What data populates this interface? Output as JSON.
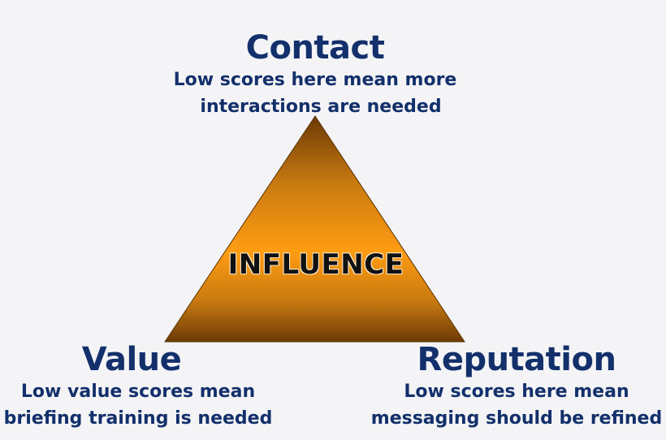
{
  "center_label": "INFLUENCE",
  "colors": {
    "background": "#f4f4f6",
    "title_text": "#13306b",
    "triangle_gradient": [
      "#6b3a06",
      "#c97a10",
      "#ff9c12",
      "#c97a10",
      "#6b3a06"
    ]
  },
  "nodes": {
    "contact": {
      "title": "Contact",
      "description_lines": [
        "Low scores here mean more",
        "interactions are needed"
      ]
    },
    "value": {
      "title": "Value",
      "description_lines": [
        "Low value scores mean",
        "briefing training is needed"
      ]
    },
    "reputation": {
      "title": "Reputation",
      "description_lines": [
        "Low scores here mean",
        "messaging should be refined"
      ]
    }
  }
}
